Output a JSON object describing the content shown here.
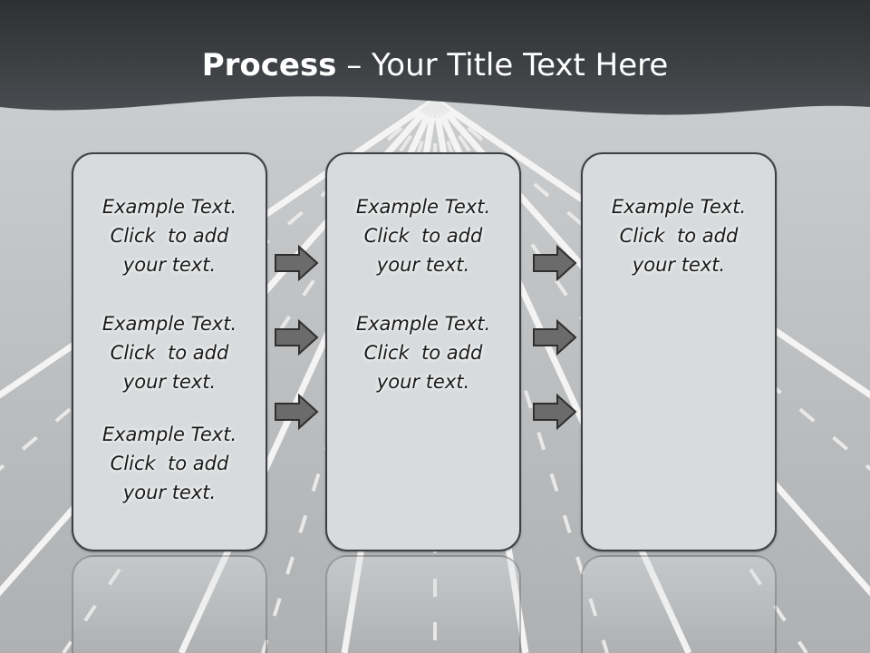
{
  "slide": {
    "title_bold": "Process",
    "title_rest": " – Your Title Text Here",
    "colors": {
      "header": "#3e4144",
      "box_fill": "#d8dbdd",
      "box_border": "#3d3f42",
      "arrow_fill": "#6b6b6b",
      "road": "#b9bbbd"
    },
    "columns": [
      {
        "items": [
          {
            "line1": "Example Text.",
            "line2": "Click  to add",
            "line3": "your text."
          },
          {
            "line1": "Example Text.",
            "line2": "Click  to add",
            "line3": "your text."
          },
          {
            "line1": "Example Text.",
            "line2": "Click  to add",
            "line3": "your text."
          }
        ]
      },
      {
        "items": [
          {
            "line1": "Example Text.",
            "line2": "Click  to add",
            "line3": "your text."
          },
          {
            "line1": "Example Text.",
            "line2": "Click  to add",
            "line3": "your text."
          }
        ]
      },
      {
        "items": [
          {
            "line1": "Example Text.",
            "line2": "Click  to add",
            "line3": "your text."
          }
        ]
      }
    ],
    "arrows": [
      "arrow-right-icon",
      "arrow-right-icon",
      "arrow-right-icon",
      "arrow-right-icon",
      "arrow-right-icon",
      "arrow-right-icon"
    ]
  }
}
